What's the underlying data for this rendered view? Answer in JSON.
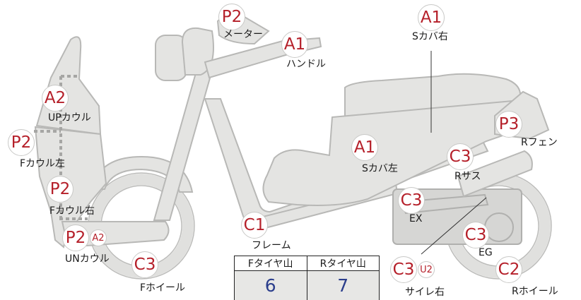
{
  "parts": [
    {
      "code": "P2",
      "label": "メーター"
    },
    {
      "code": "A1",
      "label": "ハンドル"
    },
    {
      "code": "A1",
      "label": "Sカバ右"
    },
    {
      "code": "A2",
      "label": "UPカウル"
    },
    {
      "code": "P2",
      "label": "Fカウル左"
    },
    {
      "code": "P2",
      "label": "Fカウル右"
    },
    {
      "code": "P2",
      "sub": "A2",
      "label": "UNカウル"
    },
    {
      "code": "C3",
      "label": "Fホイール"
    },
    {
      "code": "C1",
      "label": "フレーム"
    },
    {
      "code": "A1",
      "label": "Sカバ左"
    },
    {
      "code": "C3",
      "label": "Rサス"
    },
    {
      "code": "P3",
      "label": "Rフェン"
    },
    {
      "code": "C3",
      "label": "EX"
    },
    {
      "code": "C3",
      "label": "EG"
    },
    {
      "code": "C3",
      "sub": "U2",
      "label": "サイレ右"
    },
    {
      "code": "C2",
      "label": "Rホイール"
    }
  ],
  "tread_table": {
    "headers": [
      "Fタイヤ山",
      "Rタイヤ山"
    ],
    "values": [
      "6",
      "7"
    ]
  },
  "colors": {
    "code_text": "#b5202a",
    "tread_value": "#2b3e8c",
    "body_fill": "#e4e4e2"
  }
}
